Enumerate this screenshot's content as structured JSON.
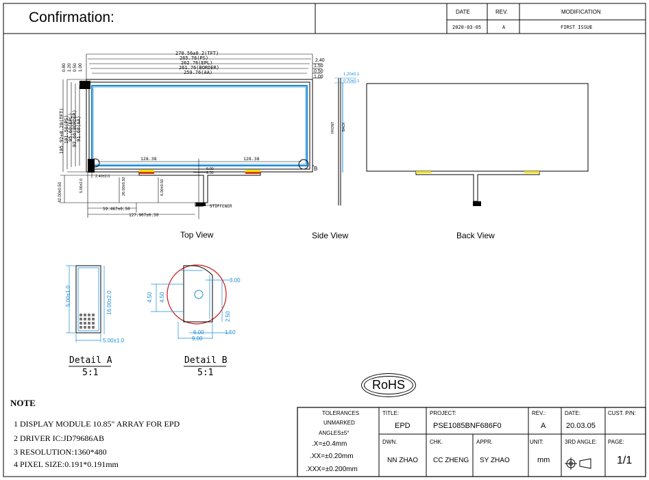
{
  "header": {
    "title": "Confirmation:",
    "revision_table": {
      "headers": [
        "DATE",
        "REV.",
        "MODIFICATION"
      ],
      "rows": [
        [
          "2020-03-05",
          "A",
          "FIRST ISSUE"
        ]
      ]
    }
  },
  "top_view": {
    "label": "Top View",
    "dims_h": [
      "270.56±0.2(TFT)",
      "265.76(PS)",
      "262.76(EPL)",
      "261.76(BORDER)",
      "259.76(AA)"
    ],
    "dims_right": [
      "2.40",
      "1.50",
      "0.50",
      "1.00"
    ],
    "dims_left_top": [
      "0.80",
      "1.20",
      "0.50",
      "1.00"
    ],
    "dims_v": [
      "105.92±0.20(TFT)",
      "101.56(PS)",
      "95.60(EPL)",
      "93.60(BORDER)",
      "91.68(AA)"
    ],
    "pitch_left": "128.38",
    "pitch_right": "128.38",
    "fpc_w1": "6.00",
    "fpc_w2": "9.00",
    "dim_42": "42.00±0.50",
    "dim_5": "5.00±2.0",
    "dim_240": "2.40±2.0",
    "dim_26": "26.00±0.50",
    "dim_6": "6.00±0.50",
    "dim_59": "59.467±0.50",
    "dim_127": "127.907±0.50",
    "stiffener": "STIFFENER",
    "corner_b": "B"
  },
  "side_view": {
    "label": "Side View",
    "dim_a": "1.20±0.1",
    "dim_b": "0.70±0.1",
    "front": "FRONT",
    "back": "BACK"
  },
  "back_view": {
    "label": "Back View"
  },
  "detail_a": {
    "title": "Detail A",
    "scale": "5:1",
    "dim_w": "5.00±1.0",
    "dim_h": "16.00±2.0",
    "dim_b": "5.00±1.0"
  },
  "detail_b": {
    "title": "Detail B",
    "scale": "5:1",
    "dims": [
      "3.00",
      "4.50",
      "4.50",
      "2.50",
      "1.50",
      "6.00",
      "9.00"
    ]
  },
  "rohs": "RoHS",
  "notes": {
    "title": "NOTE",
    "items": [
      "1 DISPLAY MODULE 10.85\" ARRAY FOR EPD",
      "2 DRIVER IC:JD79686AB",
      "3 RESOLUTION:1360*480",
      "4 PIXEL SIZE:0.191*0.191mm"
    ]
  },
  "title_block": {
    "tolerances_label": "TOLERANCES",
    "unmarked_label": "UNMARKED",
    "angles": "ANGLES±5°",
    "tol_x": ".X=±0.4mm",
    "tol_xx": ".XX=±0.20mm",
    "tol_xxx": ".XXX=±0.200mm",
    "title_label": "TITLE:",
    "title_value": "EPD",
    "project_label": "PROJECT:",
    "project_value": "PSE1085BNF686F0",
    "rev_label": "REV.:",
    "rev_value": "A",
    "date_label": "DATE:",
    "date_value": "20.03.05",
    "cust_label": "CUST. P/N:",
    "dwn_label": "DWN.",
    "dwn_value": "NN ZHAO",
    "chk_label": "CHK.",
    "chk_value": "CC ZHENG",
    "appr_label": "APPR.",
    "appr_value": "SY ZHAO",
    "unit_label": "UNIT:",
    "unit_value": "mm",
    "angle_label": "3RD ANGLE:",
    "page_label": "PAGE:",
    "page_value": "1/1"
  }
}
